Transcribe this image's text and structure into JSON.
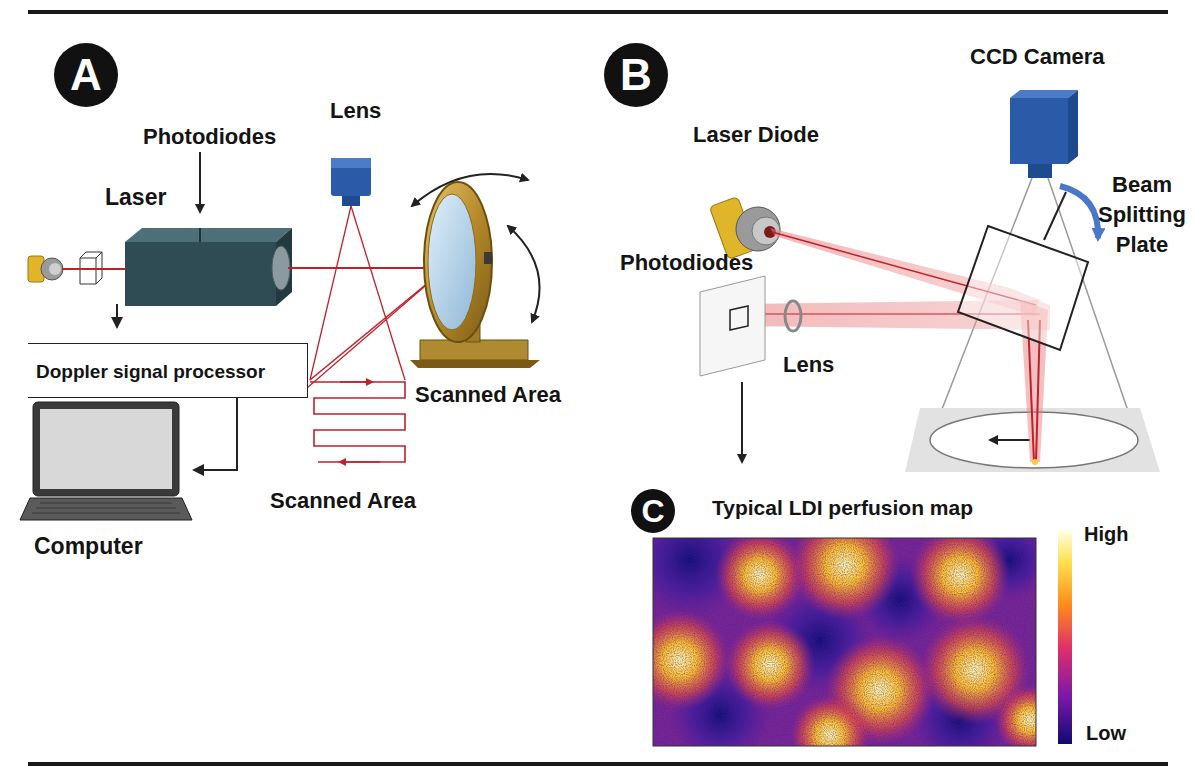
{
  "diagram": {
    "nodes": [
      {
        "text": [
          "A"
        ]
      },
      {
        "text": [
          "Laser"
        ]
      },
      {
        "text": [
          "Doppler signal processor"
        ]
      },
      {
        "text": [
          "Computer"
        ]
      },
      {
        "text": [
          "B"
        ]
      },
      {
        "text": [
          "C"
        ]
      }
    ],
    "edges": [
      {
        "from": 1,
        "to": 2,
        "arrow": "to"
      },
      {
        "from": 2,
        "to": 3,
        "arrow": "to"
      }
    ],
    "labels": [
      "Photodiodes",
      "Lens",
      "Scanned Area",
      "Scanned Area",
      "CCD Camera",
      "Laser Diode",
      "Beam Splitting Plate",
      "Photodiodes",
      "Lens",
      "Typical LDI perfusion map",
      "High",
      "Low"
    ]
  }
}
